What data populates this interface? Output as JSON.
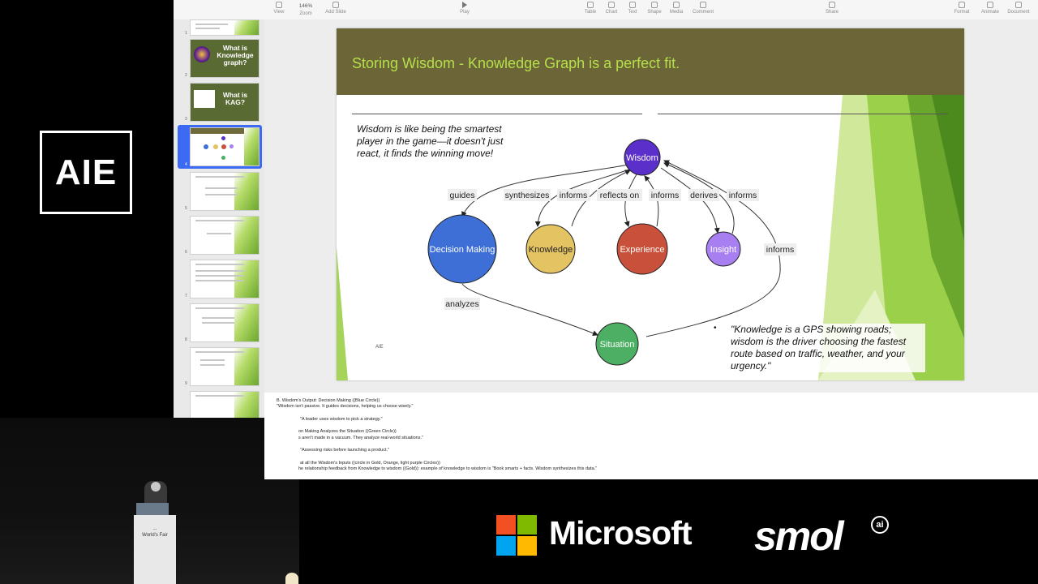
{
  "brand": {
    "aie_logo": "AIE"
  },
  "podium": {
    "label_small": "...",
    "label": "World's Fair"
  },
  "toolbar": {
    "view": "View",
    "zoom_value": "146%",
    "zoom": "Zoom",
    "add_slide": "Add Slide",
    "play": "Play",
    "table": "Table",
    "chart": "Chart",
    "text": "Text",
    "shape": "Shape",
    "media": "Media",
    "comment": "Comment",
    "share": "Share",
    "format": "Format",
    "animate": "Animate",
    "document": "Document"
  },
  "navigator": {
    "slides": [
      {
        "num": "1"
      },
      {
        "num": "2",
        "title": "What is Knowledge graph?"
      },
      {
        "num": "3",
        "title": "What is KAG?"
      },
      {
        "num": "4"
      },
      {
        "num": "5"
      },
      {
        "num": "6"
      },
      {
        "num": "7"
      },
      {
        "num": "8"
      },
      {
        "num": "9"
      }
    ]
  },
  "slide": {
    "title": "Storing Wisdom - Knowledge Graph is a perfect fit.",
    "quote_left": "Wisdom is like being the smartest player in the game—it doesn't just react, it finds the winning move!",
    "quote_right": "\"Knowledge is a GPS showing roads; wisdom is the driver choosing the fastest route based on traffic, weather, and your urgency.\"",
    "bullet": "•",
    "footer_logo": "AIE",
    "colors": {
      "header": "#6b6538",
      "title": "#b5e04a"
    },
    "graph": {
      "nodes": {
        "wisdom": "Wisdom",
        "decision": "Decision Making",
        "knowledge": "Knowledge",
        "experience": "Experience",
        "insight": "Insight",
        "situation": "Situation"
      },
      "edges": {
        "guides": "guides",
        "synthesizes": "synthesizes",
        "informs1": "informs",
        "reflects_on": "reflects on",
        "informs2": "informs",
        "derives": "derives",
        "informs3": "informs",
        "informs4": "informs",
        "analyzes": "analyzes"
      },
      "node_colors": {
        "wisdom": "#5b2fc9",
        "decision": "#3d6fd6",
        "knowledge": "#e4c362",
        "experience": "#c9503a",
        "insight": "#a77ff0",
        "situation": "#4caf63"
      }
    }
  },
  "notes": {
    "l1": "B. Wisdom's Output: Decision Making ((Blue Circle))",
    "l2": "\"Wisdom isn't passive. It guides decisions, helping us choose wisely.\"",
    "l3": "\"A leader uses wisdom to pick a strategy.\"",
    "l4": "on Making Analyzes the Situation ((Green Circle))",
    "l5": "s aren't made in a vacuum. They analyze real-world situations.\"",
    "l6": "\"Assessing risks before launching a product.\"",
    "l7": "at all the Wisdom's Inputs ((circle in Gold, Orange, light purple Circles))",
    "l8": "he relationship feedback from Knowledge to wisdom  ((Gold)): example of knowledge to wisdom is \"Book smarts + facts. Wisdom synthesizes this data.\""
  },
  "sponsors": {
    "microsoft": "Microsoft",
    "smol": "smol",
    "smol_ai": "ai"
  }
}
